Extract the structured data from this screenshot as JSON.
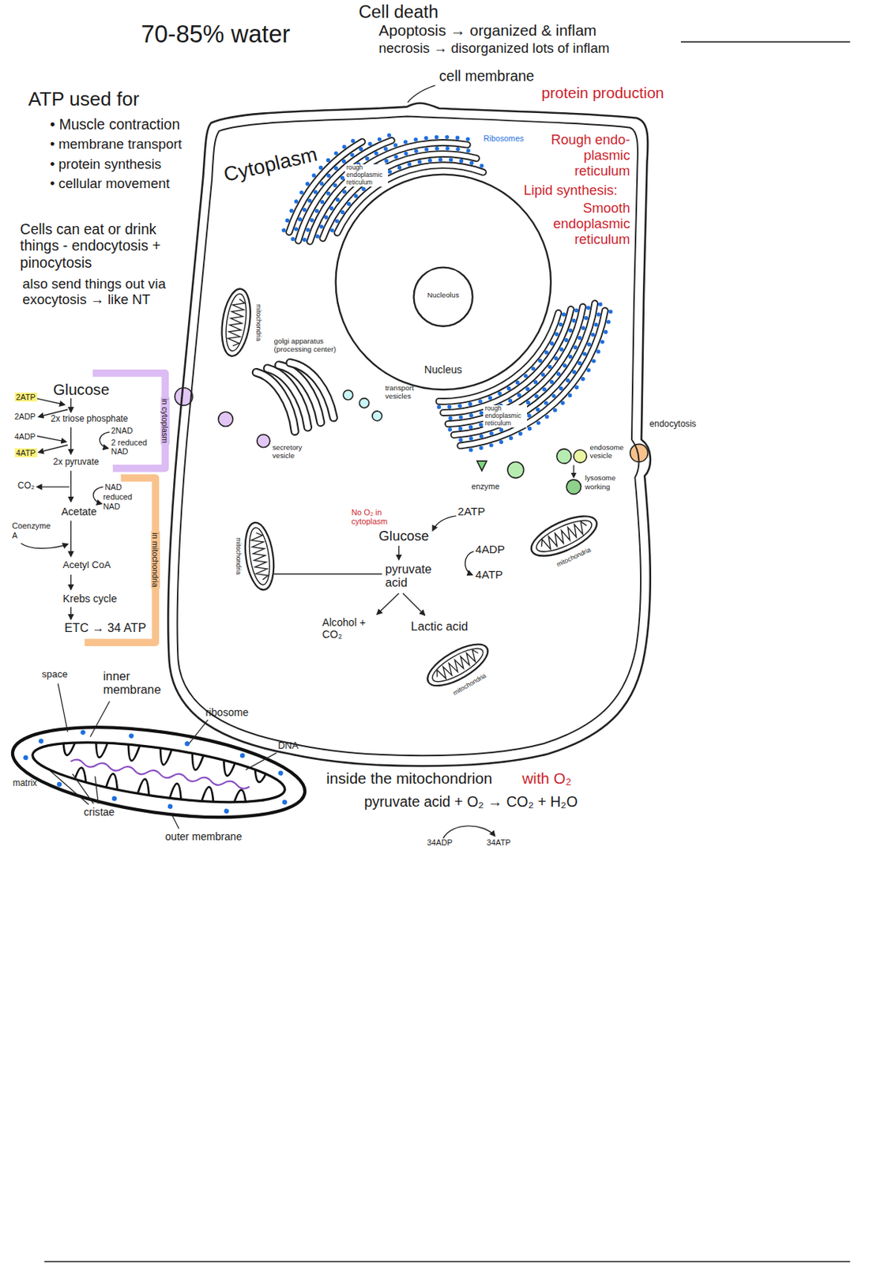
{
  "diagram": {
    "nodes": [
      {
        "text": [
          "Cytoplasm"
        ]
      },
      {
        "text": [
          "Nucleus"
        ],
        "in": 0
      },
      {
        "text": [
          "Nucleolus"
        ],
        "in": 1
      }
    ],
    "labels": [
      "70-85% water",
      "Cell death",
      "Apoptosis → organized & inflam",
      "necrosis → disorganized lots of inflam",
      "cell membrane",
      "protein production",
      "Rough endo- plasmic reticulum",
      "Lipid synthesis:",
      "Smooth endoplasmic reticulum",
      "ATP used for",
      "• Muscle contraction",
      "• membrane transport",
      "• protein synthesis",
      "• cellular movement",
      "Ribosomes",
      "rough endoplasmic reticulum",
      "Cells can eat or drink things - endocytosis + pinocytosis",
      "also send things out via exocytosis → like NT",
      "mitochondria",
      "golgi apparatus (processing center)",
      "transport vesicles",
      "Glucose",
      "2ATP",
      "2ADP",
      "2x triose phosphate",
      "2NAD",
      "2 reduced NAD",
      "4ADP",
      "4ATP",
      "2x pyruvate",
      "in cytoplasm",
      "secretory vesicle",
      "rough endoplasmic reticulum",
      "endocytosis",
      "endosome vesicle",
      "lysosome working",
      "enzyme",
      "CO₂",
      "NAD",
      "reduced NAD",
      "Acetate",
      "in mitochondria",
      "No O₂ in cytoplasm",
      "2ATP",
      "Glucose",
      "4ADP",
      "4ATP",
      "mitochondria",
      "mitochondria",
      "pyruvate acid",
      "Coenzyme A",
      "Acetyl CoA",
      "Krebs cycle",
      "ETC → 34 ATP",
      "Alcohol + CO₂",
      "Lactic acid",
      "mitochondria",
      "space",
      "inner membrane",
      "ribosome",
      "DNA",
      "matrix",
      "cristae",
      "outer membrane",
      "inside the mitochondrion",
      "with O₂",
      "pyruvate acid + O₂ → CO₂ + H₂O",
      "34ADP",
      "34ATP"
    ]
  }
}
